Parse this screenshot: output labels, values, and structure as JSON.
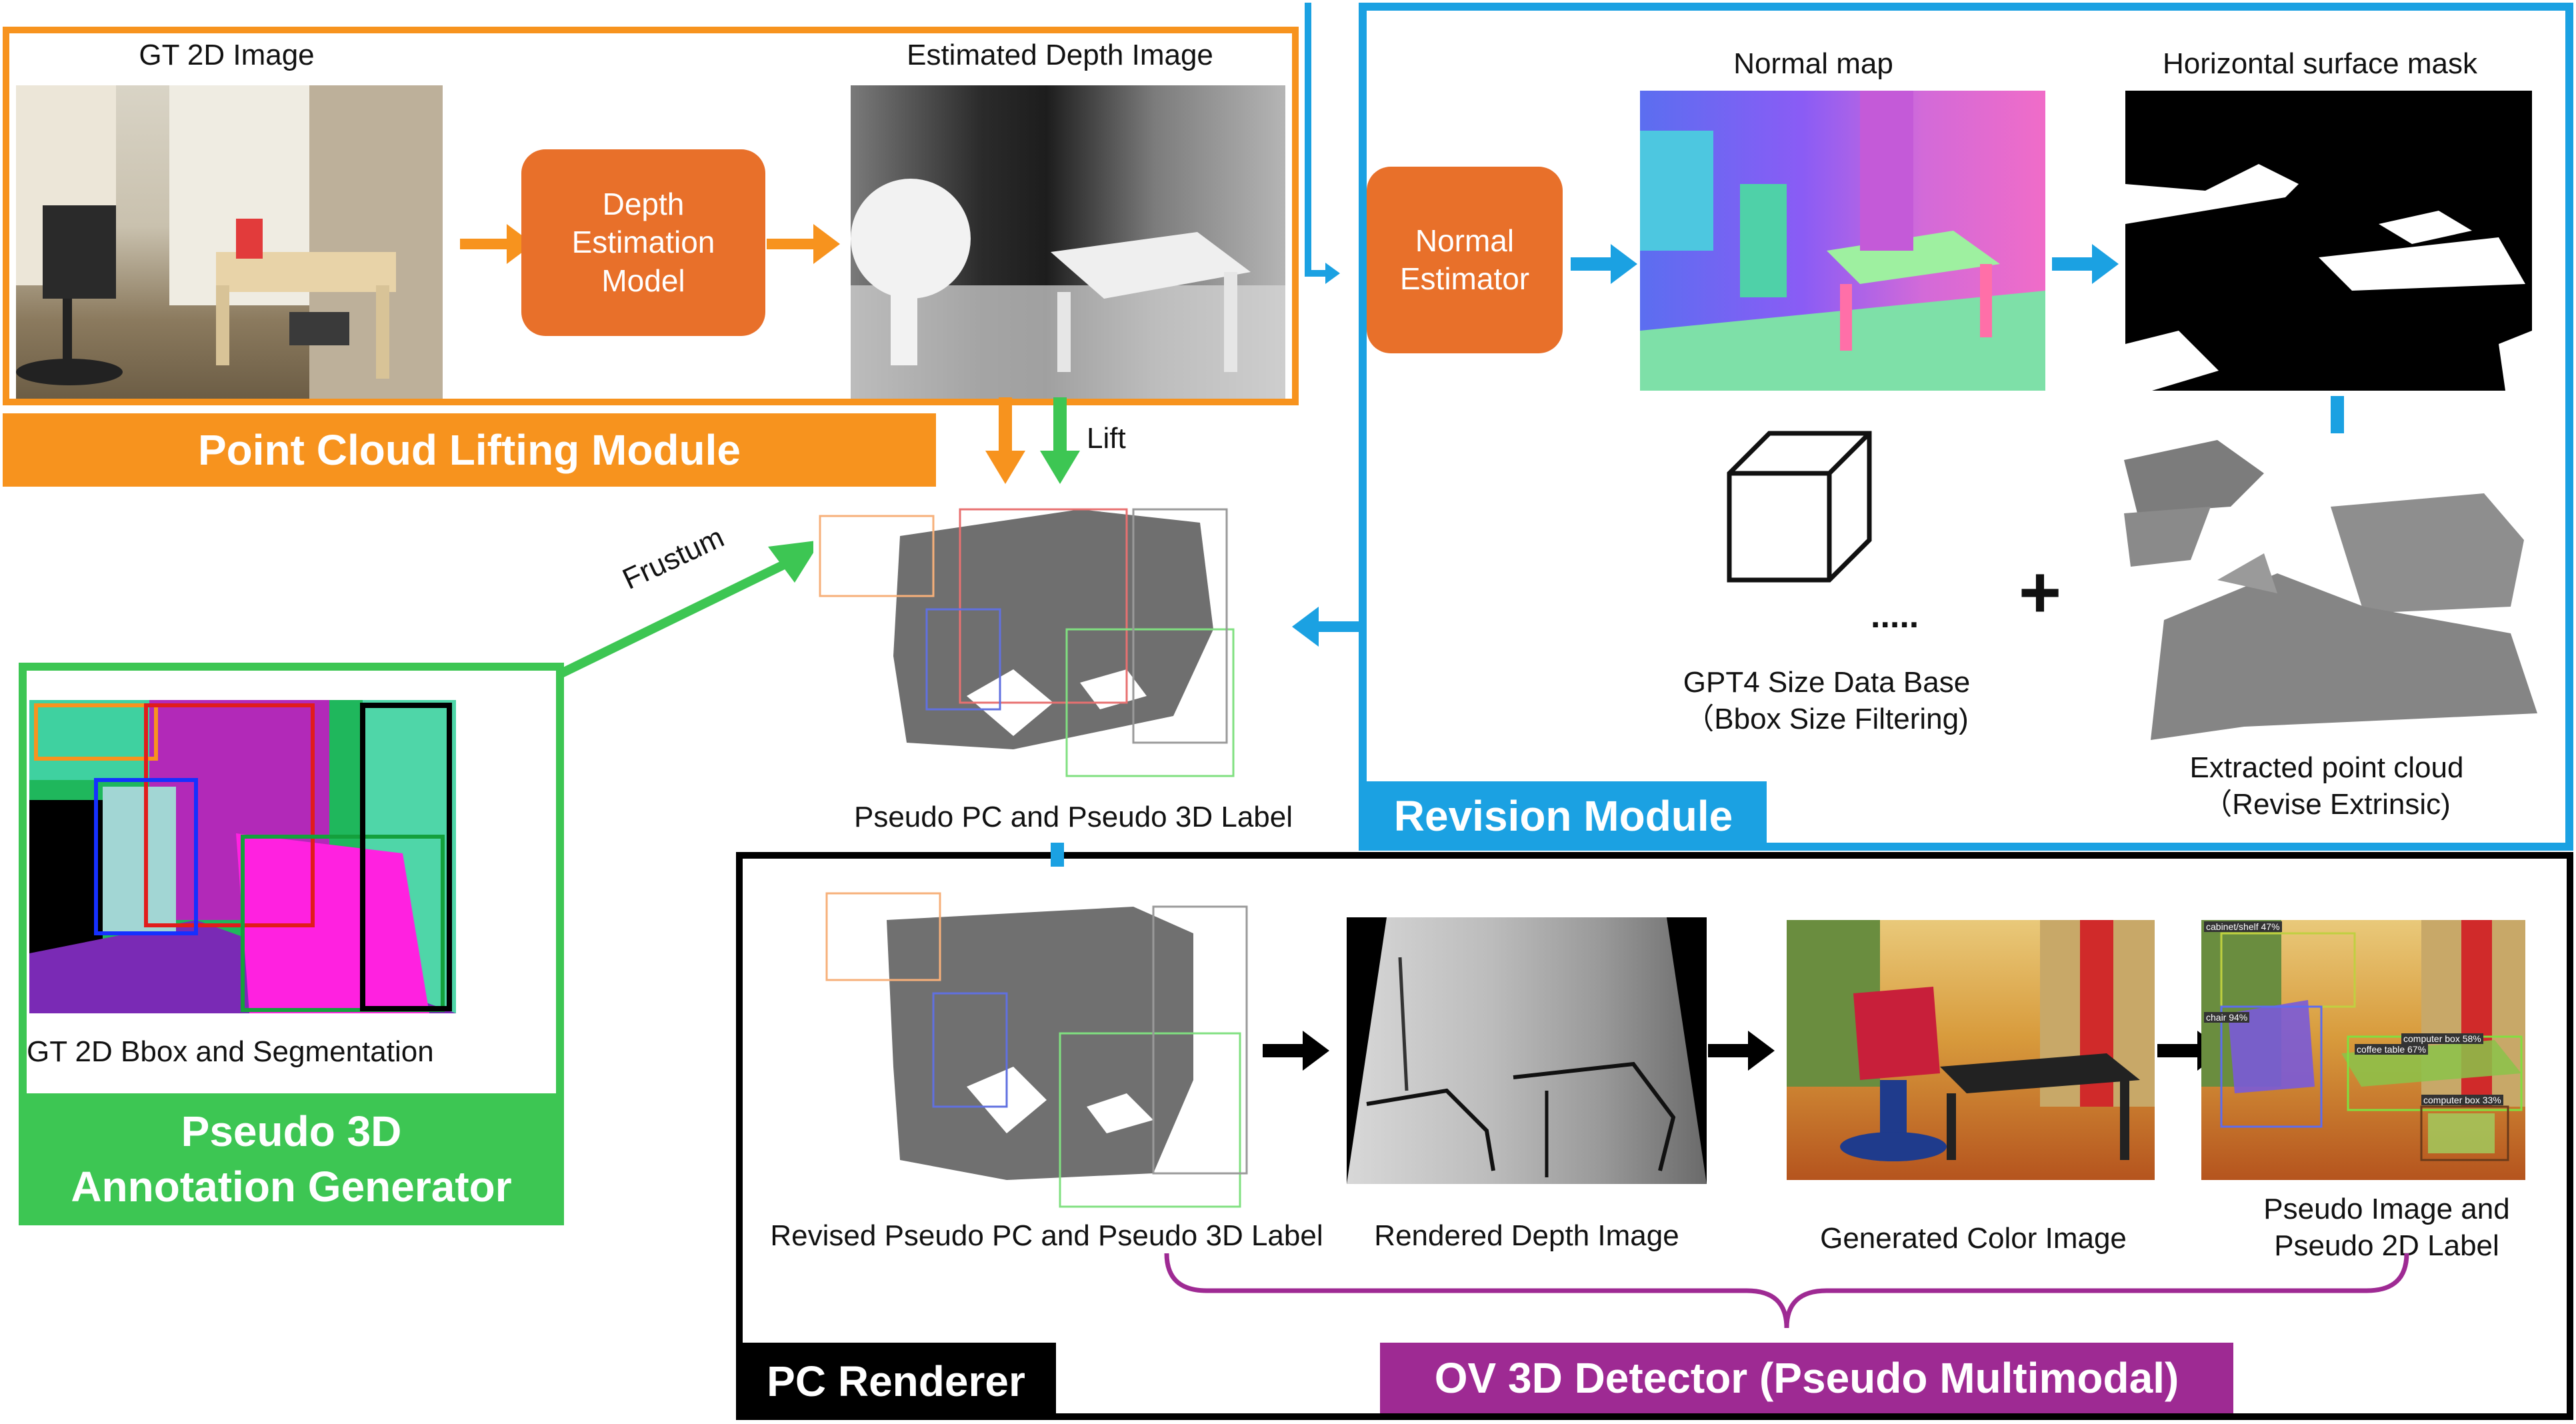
{
  "modules": {
    "point_cloud_lifting": {
      "title": "Point Cloud Lifting Module",
      "gt_image_label": "GT 2D Image",
      "depth_model_label": "Depth\nEstimation\nModel",
      "estimated_depth_label": "Estimated Depth Image"
    },
    "revision": {
      "title": "Revision Module",
      "normal_estimator_label": "Normal\nEstimator",
      "normal_map_label": "Normal map",
      "surface_mask_label": "Horizontal surface mask",
      "gpt4_label": "GPT4 Size Data Base\n（Bbox Size Filtering)",
      "ellipsis": ".....",
      "plus": "+",
      "extracted_label": "Extracted point cloud\n（Revise  Extrinsic)"
    },
    "annotation_generator": {
      "title": "Pseudo 3D\nAnnotation Generator",
      "seg_label": "GT 2D Bbox  and Segmentation"
    },
    "center": {
      "frustum_label": "Frustum",
      "lift_label": "Lift",
      "pseudo_pc_label": "Pseudo PC and Pseudo 3D Label"
    },
    "pc_renderer": {
      "title": "PC Renderer",
      "revised_label": "Revised Pseudo PC and Pseudo 3D Label",
      "rendered_depth_label": "Rendered Depth Image",
      "generated_color_label": "Generated Color Image",
      "pseudo_image_label": "Pseudo Image and\nPseudo 2D Label"
    },
    "ov_detector": {
      "title": "OV 3D Detector (Pseudo Multimodal)"
    }
  },
  "detections": [
    "cabinet/shelf 47%",
    "computer box 58%",
    "chair 94%",
    "coffee table 67%",
    "computer box 33%"
  ],
  "colors": {
    "orange": "#f7931e",
    "orange_box": "#e8702a",
    "blue": "#1ba1e2",
    "green": "#3dc653",
    "purple": "#9e2a93",
    "black": "#000000"
  }
}
